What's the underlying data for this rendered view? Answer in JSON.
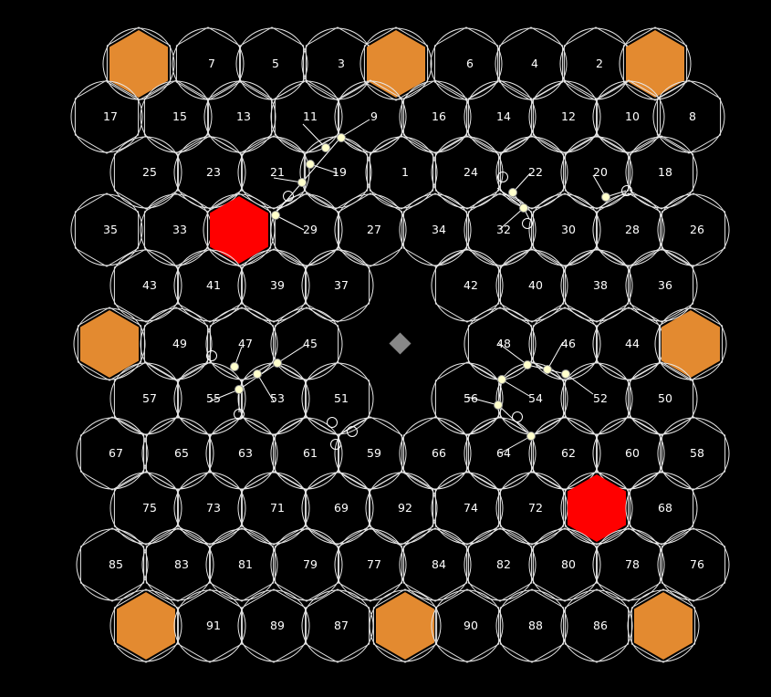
{
  "colors": {
    "background": "#000000",
    "cell_outline": "#e6e6e6",
    "cell_label": "#ffffff",
    "corner_fill": "#e38a30",
    "highlight_fill": "#ff0000",
    "marker_fill": "#ffffcc",
    "center_marker_fill": "#888888"
  },
  "cells": [
    {
      "label": "",
      "fill": "corner"
    },
    {
      "label": "7"
    },
    {
      "label": "5"
    },
    {
      "label": "3"
    },
    {
      "label": "",
      "fill": "corner"
    },
    {
      "label": "6"
    },
    {
      "label": "4"
    },
    {
      "label": "2"
    },
    {
      "label": "",
      "fill": "corner"
    },
    {
      "label": "17"
    },
    {
      "label": "15"
    },
    {
      "label": "13"
    },
    {
      "label": "11"
    },
    {
      "label": "9"
    },
    {
      "label": "16"
    },
    {
      "label": "14"
    },
    {
      "label": "12"
    },
    {
      "label": "10"
    },
    {
      "label": "8"
    },
    {
      "label": "25"
    },
    {
      "label": "23"
    },
    {
      "label": "21"
    },
    {
      "label": "19"
    },
    {
      "label": "1"
    },
    {
      "label": "24"
    },
    {
      "label": "22"
    },
    {
      "label": "20"
    },
    {
      "label": "18"
    },
    {
      "label": "35"
    },
    {
      "label": "33"
    },
    {
      "label": "",
      "fill": "highlight"
    },
    {
      "label": "29"
    },
    {
      "label": "27"
    },
    {
      "label": "34"
    },
    {
      "label": "32"
    },
    {
      "label": "30"
    },
    {
      "label": "28"
    },
    {
      "label": "26"
    },
    {
      "label": "43"
    },
    {
      "label": "41"
    },
    {
      "label": "39"
    },
    {
      "label": "37"
    },
    {
      "label": "42"
    },
    {
      "label": "40"
    },
    {
      "label": "38"
    },
    {
      "label": "36"
    },
    {
      "label": "",
      "fill": "corner"
    },
    {
      "label": "49"
    },
    {
      "label": "47"
    },
    {
      "label": "45"
    },
    {
      "label": "48"
    },
    {
      "label": "46"
    },
    {
      "label": "44"
    },
    {
      "label": "",
      "fill": "corner"
    },
    {
      "label": "57"
    },
    {
      "label": "55"
    },
    {
      "label": "53"
    },
    {
      "label": "51"
    },
    {
      "label": "56"
    },
    {
      "label": "54"
    },
    {
      "label": "52"
    },
    {
      "label": "50"
    },
    {
      "label": "67"
    },
    {
      "label": "65"
    },
    {
      "label": "63"
    },
    {
      "label": "61"
    },
    {
      "label": "59"
    },
    {
      "label": "66"
    },
    {
      "label": "64"
    },
    {
      "label": "62"
    },
    {
      "label": "60"
    },
    {
      "label": "58"
    },
    {
      "label": "75"
    },
    {
      "label": "73"
    },
    {
      "label": "71"
    },
    {
      "label": "69"
    },
    {
      "label": "92"
    },
    {
      "label": "74"
    },
    {
      "label": "72"
    },
    {
      "label": "",
      "fill": "highlight"
    },
    {
      "label": "68"
    },
    {
      "label": "85"
    },
    {
      "label": "83"
    },
    {
      "label": "81"
    },
    {
      "label": "79"
    },
    {
      "label": "77"
    },
    {
      "label": "84"
    },
    {
      "label": "82"
    },
    {
      "label": "80"
    },
    {
      "label": "78"
    },
    {
      "label": "76"
    },
    {
      "label": "",
      "fill": "corner"
    },
    {
      "label": "91"
    },
    {
      "label": "89"
    },
    {
      "label": "87"
    },
    {
      "label": "",
      "fill": "corner"
    },
    {
      "label": "90"
    },
    {
      "label": "88"
    },
    {
      "label": "86"
    },
    {
      "label": "",
      "fill": "corner"
    }
  ]
}
